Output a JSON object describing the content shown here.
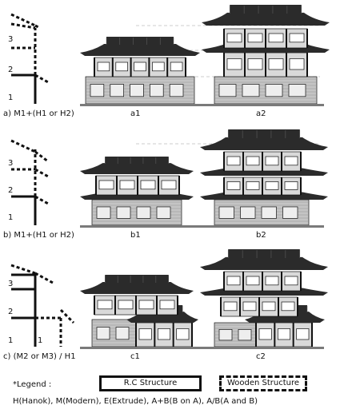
{
  "rows": [
    {
      "id": "a",
      "caption": "a) M1+(H1 or H2)",
      "left_label": "a1",
      "right_label": "a2",
      "floor_numbers": [
        "1",
        "2",
        "3"
      ]
    },
    {
      "id": "b",
      "caption": "b) M1+(H1 or H2)",
      "left_label": "b1",
      "right_label": "b2",
      "floor_numbers": [
        "1",
        "2",
        "3"
      ]
    },
    {
      "id": "c",
      "caption": "c) (M2 or M3) / H1",
      "left_label": "c1",
      "right_label": "c2",
      "floor_numbers": [
        "1",
        "1",
        "2",
        "3"
      ]
    }
  ],
  "legend": {
    "prefix": "*Legend :",
    "rc_label": "R.C Structure",
    "wood_label": "Wooden Structure",
    "abbreviations": "H(Hanok), M(Modern), E(Extrude), A+B(B on A), A/B(A and B)"
  },
  "colors": {
    "ink": "#111111",
    "roof": "#2b2b2b",
    "wall_light": "#d9d9d9",
    "wall_mid": "#9a9a9a",
    "ground": "#7a7a7a",
    "guide": "#9a9a9a"
  }
}
